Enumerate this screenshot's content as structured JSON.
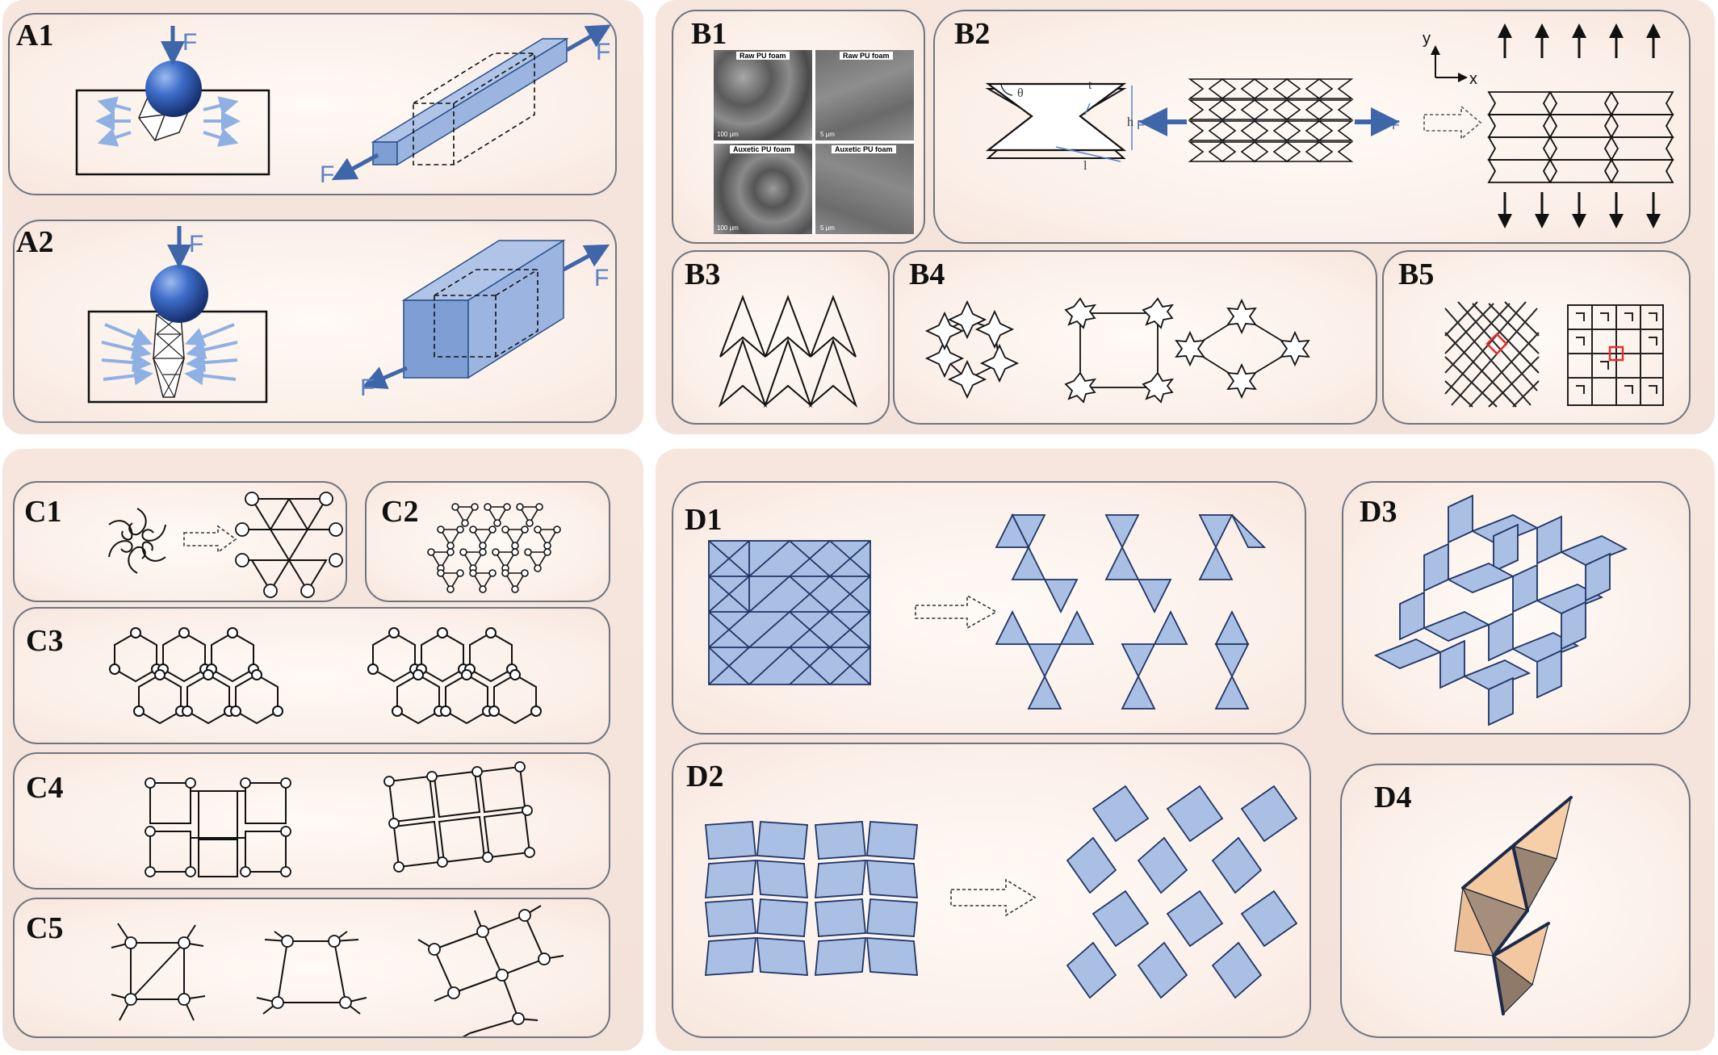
{
  "panels": {
    "A1": "A1",
    "A2": "A2",
    "B1": "B1",
    "B2": "B2",
    "B3": "B3",
    "B4": "B4",
    "B5": "B5",
    "C1": "C1",
    "C2": "C2",
    "C3": "C3",
    "C4": "C4",
    "C5": "C5",
    "D1": "D1",
    "D2": "D2",
    "D3": "D3",
    "D4": "D4"
  },
  "force_label": "F",
  "b1": {
    "raw_label": "Raw PU foam",
    "auxetic_label": "Auxetic PU foam",
    "scale_100": "100 μm",
    "scale_5": "5 μm"
  },
  "b2": {
    "theta": "θ",
    "t": "t",
    "h": "h",
    "l": "l",
    "axis_y": "y",
    "axis_x": "x"
  },
  "colors": {
    "group_bg": "#f4e3da",
    "panel_border": "#6f7580",
    "tile_fill": "#a9bfe4",
    "force_arrow": "#3f66a8",
    "sphere": "#2a56b0",
    "red_highlight": "#e03030"
  }
}
